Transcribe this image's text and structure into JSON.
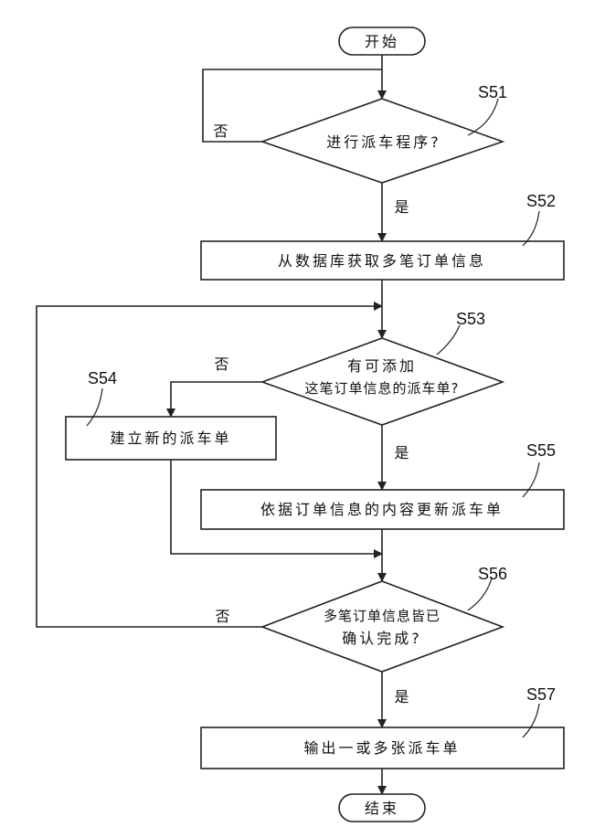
{
  "nodes": {
    "start": "开始",
    "s51": {
      "id": "S51",
      "text": "进行派车程序?"
    },
    "s52": {
      "id": "S52",
      "text": "从数据库获取多笔订单信息"
    },
    "s53": {
      "id": "S53",
      "line1": "有可添加",
      "line2": "这笔订单信息的派车单?"
    },
    "s54": {
      "id": "S54",
      "text": "建立新的派车单"
    },
    "s55": {
      "id": "S55",
      "text": "依据订单信息的内容更新派车单"
    },
    "s56": {
      "id": "S56",
      "line1": "多笔订单信息皆已",
      "line2": "确认完成?"
    },
    "s57": {
      "id": "S57",
      "text": "输出一或多张派车单"
    },
    "end": "结束"
  },
  "edges": {
    "s51_no": "否",
    "s51_yes": "是",
    "s53_no": "否",
    "s53_yes": "是",
    "s56_no": "否",
    "s56_yes": "是"
  },
  "colors": {
    "line": "#222222",
    "background": "#ffffff"
  }
}
